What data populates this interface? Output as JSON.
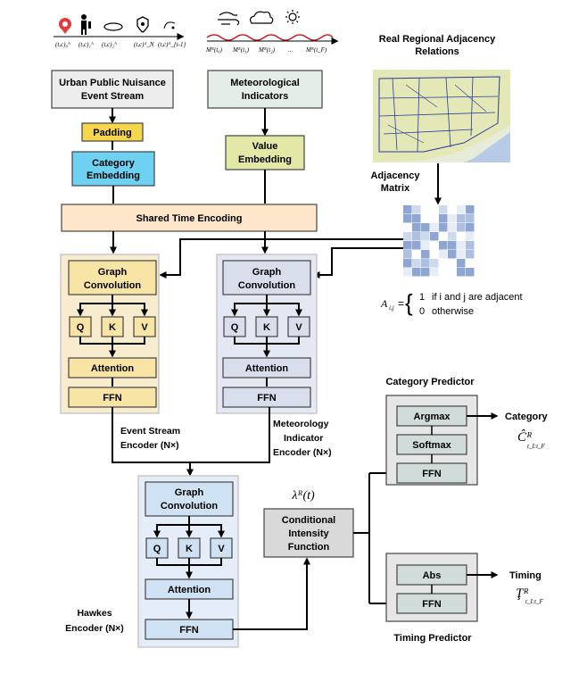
{
  "top_left": {
    "icons": [
      "map-pin-icon",
      "person-icon",
      "cloud-icon",
      "shield-icon",
      "signal-icon"
    ],
    "seq_labels": [
      "(t,c)₀ᴬ",
      "(t,c)₁ᴬ",
      "(t,c)₂ᴬ",
      "(t,c)ᴬ_N",
      "(t,c)ᴬ_{t-1}"
    ],
    "seq_dots": "…"
  },
  "top_weather": {
    "icons": [
      "wind-icon",
      "cloud-icon",
      "sun-icon"
    ],
    "seq_labels": [
      "Mᴿ(t₀)",
      "Mᴿ(t₁)",
      "Mᴿ(t₂)",
      "Mᴿ(t_F)"
    ],
    "seq_dots": "…"
  },
  "map_title": [
    "Real Regional Adjacency",
    "Relations"
  ],
  "adjacency_matrix_label": [
    "Adjacency",
    "Matrix"
  ],
  "adjacency_formula": {
    "lhs": "A",
    "lhs_sub": "i,j",
    "case1_val": "1",
    "case1_text": "if i and j are adjacent",
    "case2_val": "0",
    "case2_text": "otherwise"
  },
  "boxes": {
    "urban_stream": [
      "Urban Public Nuisance",
      "Event Stream"
    ],
    "met_indicators": [
      "Meteorological",
      "Indicators"
    ],
    "padding": "Padding",
    "category_embedding": [
      "Category",
      "Embedding"
    ],
    "value_embedding": [
      "Value",
      "Embedding"
    ],
    "shared_time": "Shared Time Encoding",
    "graph_conv": [
      "Graph",
      "Convolution"
    ],
    "q": "Q",
    "k": "K",
    "v": "V",
    "attention": "Attention",
    "ffn": "FFN",
    "conditional": [
      "Conditional",
      "Intensity",
      "Function"
    ],
    "argmax": "Argmax",
    "softmax": "Softmax",
    "abs": "Abs"
  },
  "encoder_labels": {
    "event": [
      "Event Stream",
      "Encoder (N×)"
    ],
    "met": [
      "Meteorology",
      "Indicator",
      "Encoder (N×)"
    ],
    "hawkes": [
      "Hawkes",
      "Encoder (N×)"
    ]
  },
  "lambda_label": "λᴿ(t)",
  "category_predictor": "Category Predictor",
  "timing_predictor": "Timing Predictor",
  "outputs": {
    "category": "Category",
    "category_sym": "Ĉᴿ",
    "category_sub": "t_I:t_F",
    "timing": "Timing",
    "timing_sym": "Ţᴿ",
    "timing_sub": "t_I:t_F"
  },
  "colors": {
    "event_panel": "#f7ecce",
    "met_panel": "#e4e8f2",
    "hawkes_panel": "#e5eef8",
    "event_box": "#f8e4a4",
    "met_box": "#d8deeb",
    "hawkes_box": "#cfe2f3",
    "padding": "#f6d64a",
    "category_embedding": "#6fd1f1",
    "value_embedding": "#e3e8a6",
    "shared_time": "#fde6c9",
    "grey_box": "#d9d9d9",
    "predictor_box": "#d1dbd9"
  }
}
